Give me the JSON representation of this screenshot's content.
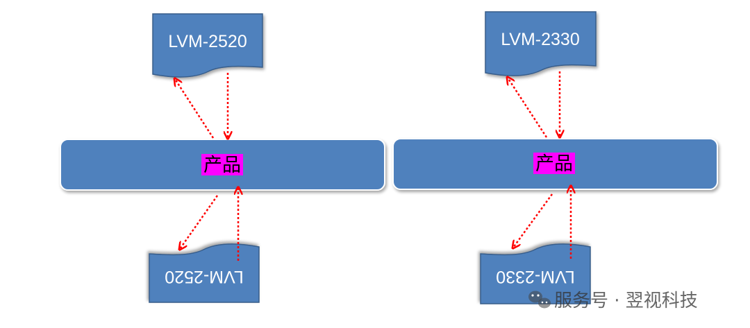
{
  "diagram": {
    "left": {
      "top_doc": "LVM-2520",
      "product": "产品",
      "bottom_doc": "LVM-2520"
    },
    "right": {
      "top_doc": "LVM-2330",
      "product": "产品",
      "bottom_doc": "LVM-2330"
    }
  },
  "watermark": {
    "text": "服务号 · 翌视科技",
    "icon": "wechat-icon"
  },
  "colors": {
    "shape_fill": "#4f81bd",
    "shape_stroke": "#385d8a",
    "arrow": "#ff0000",
    "highlight": "#ff00ff"
  }
}
